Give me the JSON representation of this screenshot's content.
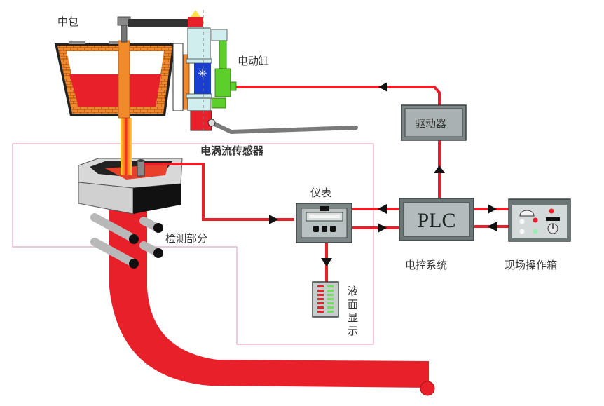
{
  "diagram": {
    "title_labels": {
      "tundish": "中包",
      "electric_cylinder": "电动缸",
      "eddy_current_sensor": "电涡流传感器",
      "detection_section": "检测部分",
      "instrument": "仪表",
      "driver": "驱动器",
      "plc": "PLC",
      "electric_control_system": "电控系统",
      "field_operation_box": "现场操作箱",
      "level_display": [
        "液",
        "面",
        "显",
        "示"
      ]
    },
    "colors": {
      "signal_line": "#e8202a",
      "molten_steel": "#e8202a",
      "box_fill": "#a9b2b2",
      "box_border": "#4a5252",
      "frame_line": "#e7a9b9",
      "ladle_refractory": "#f08a2a",
      "cylinder_green": "#5ccf2a",
      "cylinder_blue": "#1a3ed0",
      "cylinder_body": "#cfeeed",
      "arrow": "#111111"
    },
    "connections": [
      {
        "from": "eddy_current_sensor",
        "to": "instrument"
      },
      {
        "from": "plc",
        "to": "instrument"
      },
      {
        "from": "instrument",
        "to": "plc"
      },
      {
        "from": "instrument",
        "to": "level_display"
      },
      {
        "from": "plc",
        "to": "driver"
      },
      {
        "from": "driver",
        "to": "electric_cylinder"
      },
      {
        "from": "plc",
        "to": "field_operation_box"
      },
      {
        "from": "field_operation_box",
        "to": "plc"
      }
    ],
    "level_display_segments": {
      "red": 7,
      "green": 7
    }
  }
}
